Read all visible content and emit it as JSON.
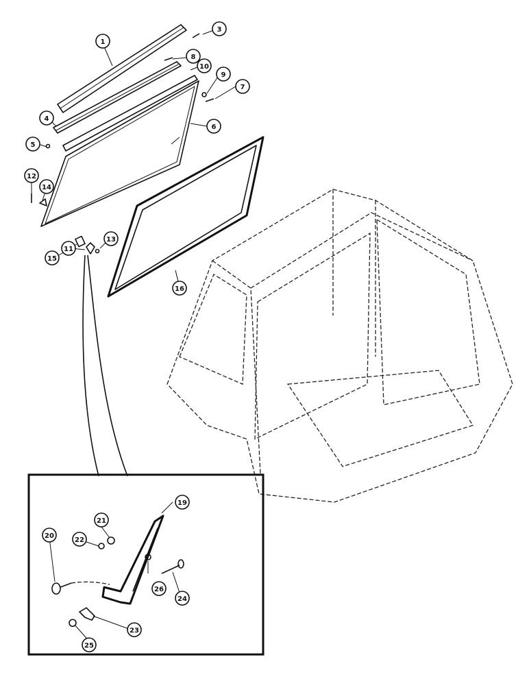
{
  "callouts": {
    "c1": "1",
    "c3": "3",
    "c4": "4",
    "c5": "5",
    "c6": "6",
    "c7": "7",
    "c8": "8",
    "c9": "9",
    "c10": "10",
    "c11": "11",
    "c12": "12",
    "c13": "13",
    "c14": "14",
    "c15": "15",
    "c16": "16",
    "c19": "19",
    "c20": "20",
    "c21": "21",
    "c22": "22",
    "c23": "23",
    "c24": "24",
    "c25": "25",
    "c26": "26"
  }
}
